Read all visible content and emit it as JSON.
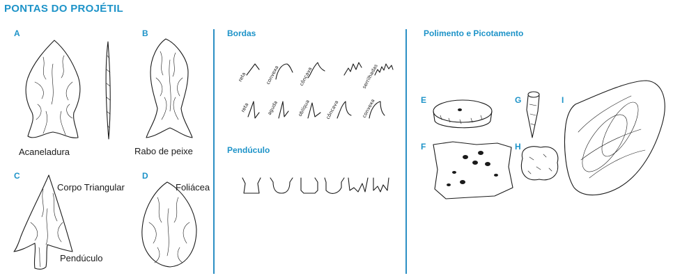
{
  "title": "PONTAS DO PROJÉTIL",
  "points": {
    "a": {
      "letter": "A",
      "caption": "Acaneladura"
    },
    "b": {
      "letter": "B",
      "caption": "Rabo de peixe"
    },
    "c": {
      "letter": "C",
      "caption_top": "Corpo Triangular",
      "caption_bottom": "Pendúculo"
    },
    "d": {
      "letter": "D",
      "caption": "Foliácea"
    }
  },
  "bordas": {
    "title": "Bordas",
    "row1": [
      "reta",
      "convexa",
      "côncava",
      "serrilhadas"
    ],
    "row2": [
      "reta",
      "aguda",
      "oblíqua",
      "côncava",
      "convexa"
    ]
  },
  "penduculo": {
    "title": "Pendúculo"
  },
  "polimento": {
    "title": "Polimento e Picotamento",
    "letters": [
      "E",
      "F",
      "G",
      "H",
      "I"
    ]
  },
  "colors": {
    "accent": "#1d93c8",
    "ink": "#1a1a1a"
  }
}
